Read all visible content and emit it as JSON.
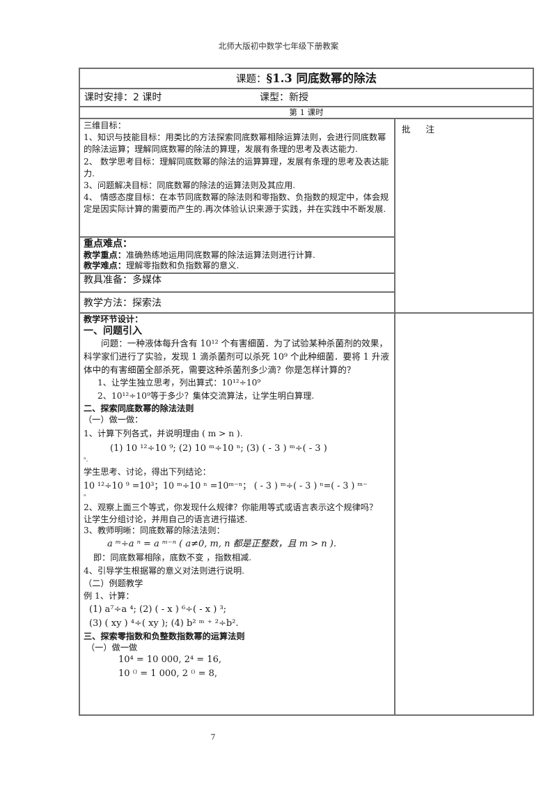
{
  "header": {
    "running_title": "北师大版初中数学七年级下册教案"
  },
  "lesson": {
    "title_label": "课题：",
    "title": "§1.3  同底数幂的除法",
    "schedule": "课时安排：2 课时",
    "type": "课型：新授",
    "period": "第 1 课时",
    "notes_label_1": "批",
    "notes_label_2": "注"
  },
  "objectives": {
    "heading": "三维目标：",
    "items": [
      "1、知识与技能目标：用类比的方法探索同底数幂相除运算法则，会进行同底数幂的除法运算；理解同底数幂的除法的算理，发展有条理的思考及表达能力.",
      "2、  数学思考目标：理解同底数幂的除法的运算算理，发展有条理的思考及表达能力.",
      "3、问题解决目标：同底数幂的除法的运算法则及其应用.",
      "4、  情感态度目标：在本节同底数幂的除法则和零指数、负指数的规定中，体会规定是因实际计算的需要而产生的.再次体验认识来源于实践，并在实践中不断发展."
    ]
  },
  "key_points": {
    "heading": "重点难点：",
    "focus_label": "教学重点：",
    "focus": "准确熟练地运用同底数幂的除法运算法则进行计算.",
    "difficulty_label": "教学难点：",
    "difficulty": "理解零指数和负指数幂的意义."
  },
  "tools": "教具准备：多媒体",
  "method": "教学方法：探索法",
  "design": {
    "heading": "教学环节设计：",
    "part1": {
      "heading": "一、问题引入",
      "problem": "问题：一种液体每升含有 10¹² 个有害细菌．为了试验某种杀菌剂的效果，科学家们进行了实验，发现 1 滴杀菌剂可以杀死 10⁹ 个此种细菌．要将 1 升液体中的有害细菌全部杀死，需要这种杀菌剂多少滴？你是怎样计算的？",
      "step1": "1、让学生独立思考，列出算式：10¹²÷10⁹",
      "step2": "2、10¹²÷10⁹等于多少？集体交流算法，让学生明白算理."
    },
    "part2": {
      "heading": "二、探索同底数幂的除法法则",
      "sub1": "（一）做一做：",
      "q1": "1、计算下列各式，并说明理由 ( m > n ).",
      "q1_items": "(1) 10 ¹²÷10 ⁹;     (2) 10 ᵐ÷10 ⁿ;     (3) ( - 3 ) ᵐ÷( - 3 )",
      "q1_tail": "ⁿ.",
      "discuss": "学生思考、讨论，得出下列结论：",
      "results": "10 ¹²÷10 ⁹ =10³；10 ᵐ÷10 ⁿ =10ᵐ⁻ⁿ；    ( - 3 ) ᵐ÷( - 3 ) ⁿ=( - 3 ) ᵐ⁻",
      "results_tail": "ⁿ",
      "q2": "2、观察上面三个等式，你发现什么规律？你能用等式或语言表示这个规律吗？",
      "q2_action": "让学生分组讨论，并用自己的语言进行描述.",
      "q3": "3、教师明晰：同底数幂的除法法则：",
      "rule": "a ᵐ÷a ⁿ =  a ᵐ⁻ⁿ ( a≠0,  m,  n 都是正整数，且  m  >  n ).",
      "rule_words": "即：同底数幂相除，底数不变 ，指数相减.",
      "q4": "4、引导学生根据幂的意义对法则进行说明.",
      "sub2": "（二）例题教学",
      "example_label": "例 1、计算：",
      "ex_row1": "(1)  a⁷÷a ⁴;               (2)  ( -  x  ) ⁶÷( -  x  ) ³;",
      "ex_row2": "(3)  (  xy  ) ⁴÷(  xy  );     (4)  b² ᵐ ⁺ ²÷b²."
    },
    "part3": {
      "heading": "三、探索零指数和负整数指数幂的运算法则",
      "sub1": "（一）做一做",
      "row1": "10⁴ = 10 000,        2⁴ = 16,",
      "row2": "10 ⁽⁾ = 1 000,        2 ⁽⁾ = 8,"
    }
  },
  "footer": {
    "page_number": "7"
  }
}
